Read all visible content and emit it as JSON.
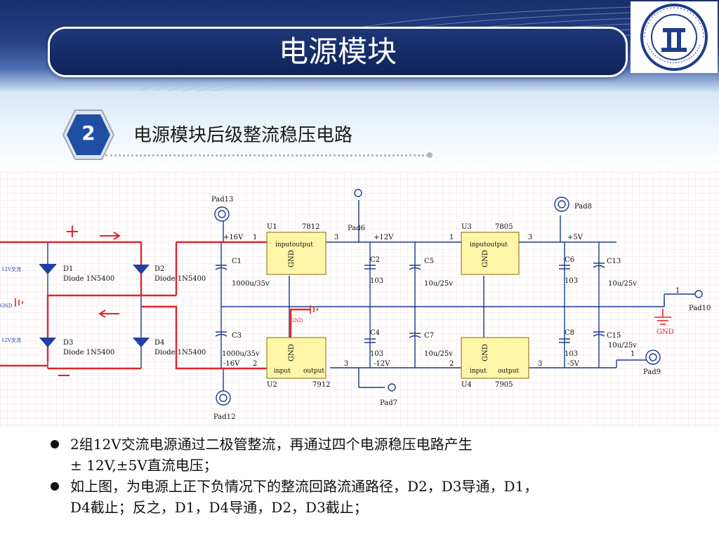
{
  "header": {
    "title": "电源模块"
  },
  "section": {
    "number": "2",
    "title": "电源模块后级整流稳压电路"
  },
  "schematic": {
    "pads": {
      "pad13": "Pad13",
      "pad6": "Pad6",
      "pad8": "Pad8",
      "pad10": "Pad10",
      "pad12": "Pad12",
      "pad7": "Pad7",
      "pad9": "Pad9"
    },
    "diodes": {
      "d1": {
        "ref": "D1",
        "part": "Diode 1N5400"
      },
      "d2": {
        "ref": "D2",
        "part": "Diode 1N5400"
      },
      "d3": {
        "ref": "D3",
        "part": "Diode 1N5400"
      },
      "d4": {
        "ref": "D4",
        "part": "Diode 1N5400"
      }
    },
    "regulators": {
      "u1": {
        "ref": "U1",
        "part": "7812",
        "pin_labels": "inputoutput"
      },
      "u2": {
        "ref": "U2",
        "part": "7912",
        "pin_in": "input",
        "pin_out": "output"
      },
      "u3": {
        "ref": "U3",
        "part": "7805",
        "pin_labels": "inputoutput"
      },
      "u4": {
        "ref": "U4",
        "part": "7905",
        "pin_in": "input",
        "pin_out": "output"
      },
      "gnd_pin": "GND"
    },
    "capacitors": {
      "c1": {
        "ref": "C1",
        "value": "1000u/35v"
      },
      "c2": {
        "ref": "C2",
        "value": "103"
      },
      "c3": {
        "ref": "C3",
        "value": "1000u/35v"
      },
      "c4": {
        "ref": "C4",
        "value": "103"
      },
      "c5": {
        "ref": "C5",
        "value": "10u/25v"
      },
      "c6": {
        "ref": "C6",
        "value": "103"
      },
      "c7": {
        "ref": "C7",
        "value": "10u/25v"
      },
      "c8": {
        "ref": "C8",
        "value": "103"
      },
      "c13": {
        "ref": "C13",
        "value": "10u/25v"
      },
      "c15": {
        "ref": "C15",
        "value": "10u/25v"
      }
    },
    "nets": {
      "p16v": "+16V",
      "n16v": "-16V",
      "p12v": "+12V",
      "n12v": "-12V",
      "p5v": "+5V",
      "n5v": "-5V",
      "gnd": "GND",
      "ac_top": "12V交流",
      "ac_bottom": "12V交流",
      "gnd_left": "GND",
      "gnd_mid": "GND"
    },
    "markers": {
      "plus": "+",
      "minus": "−"
    },
    "pin_numbers": {
      "one": "1",
      "two": "2",
      "three": "3"
    }
  },
  "bullets": [
    {
      "line1": "2组12V交流电源通过二极管整流，再通过四个电源稳压电路产生",
      "line2": "± 12V,±5V直流电压；"
    },
    {
      "line1": "如上图，为电源上正下负情况下的整流回路流通路径，D2，D3导通，D1，",
      "line2": "D4截止；反之，D1，D4导通，D2，D3截止；"
    }
  ],
  "colors": {
    "title_bar": "#0f2359",
    "red_path": "#e0262b",
    "wire": "#1a3c8c",
    "ic_fill": "#fff6a8",
    "badge": "#1f4ea3",
    "diode": "#1f3fa6"
  }
}
